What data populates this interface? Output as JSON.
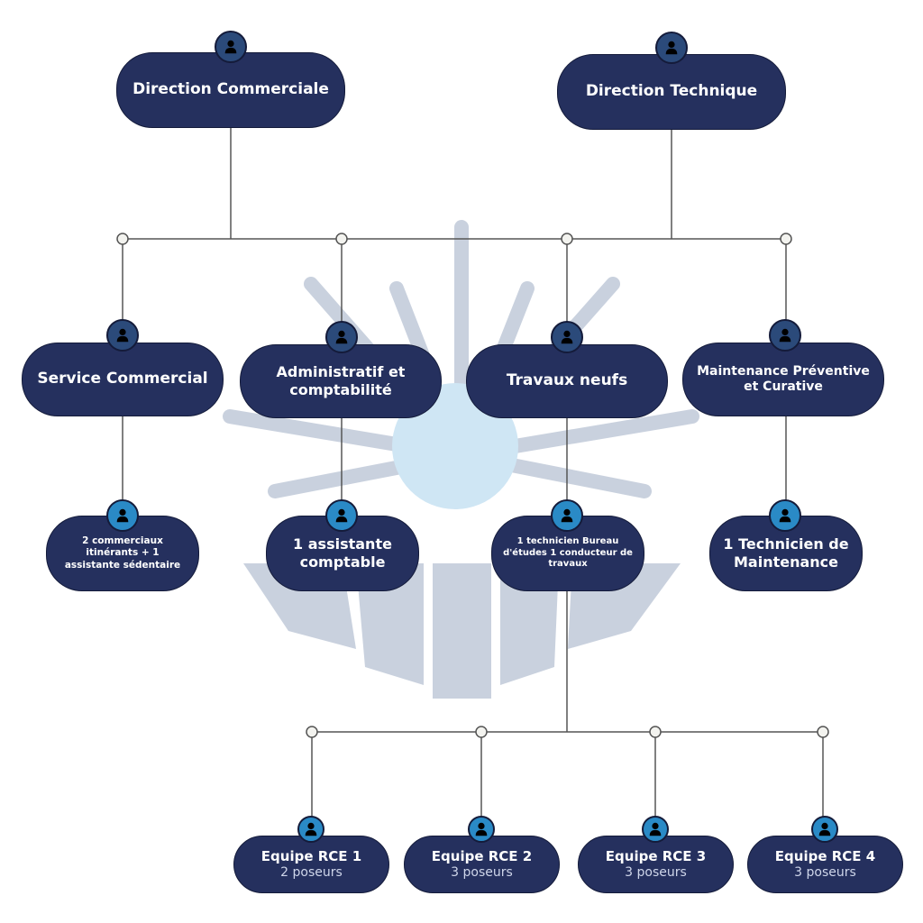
{
  "colors": {
    "node_fill": "#25305e",
    "avatar_top": "#2b4a7a",
    "avatar_lower": "#2a8ac6",
    "line": "#555555",
    "watermark_gray": "#c9d1de",
    "watermark_blue": "#cfe6f4"
  },
  "top": [
    {
      "label": "Direction Commerciale"
    },
    {
      "label": "Direction Technique"
    }
  ],
  "departments": [
    {
      "label": "Service Commercial"
    },
    {
      "label": "Administratif et comptabilité"
    },
    {
      "label": "Travaux neufs"
    },
    {
      "label": "Maintenance Préventive et Curative"
    }
  ],
  "staff": [
    {
      "label": "2 commerciaux itinérants + 1 assistante sédentaire"
    },
    {
      "label": "1 assistante comptable"
    },
    {
      "label": "1 technicien Bureau d'études 1 conducteur de travaux"
    },
    {
      "label": "1 Technicien de Maintenance"
    }
  ],
  "teams": [
    {
      "label": "Equipe RCE 1",
      "sub": "2 poseurs"
    },
    {
      "label": "Equipe RCE 2",
      "sub": "3 poseurs"
    },
    {
      "label": "Equipe RCE 3",
      "sub": "3 poseurs"
    },
    {
      "label": "Equipe RCE 4",
      "sub": "3 poseurs"
    }
  ],
  "icons": {
    "avatar": "person-icon",
    "junction": "junction-circle"
  }
}
